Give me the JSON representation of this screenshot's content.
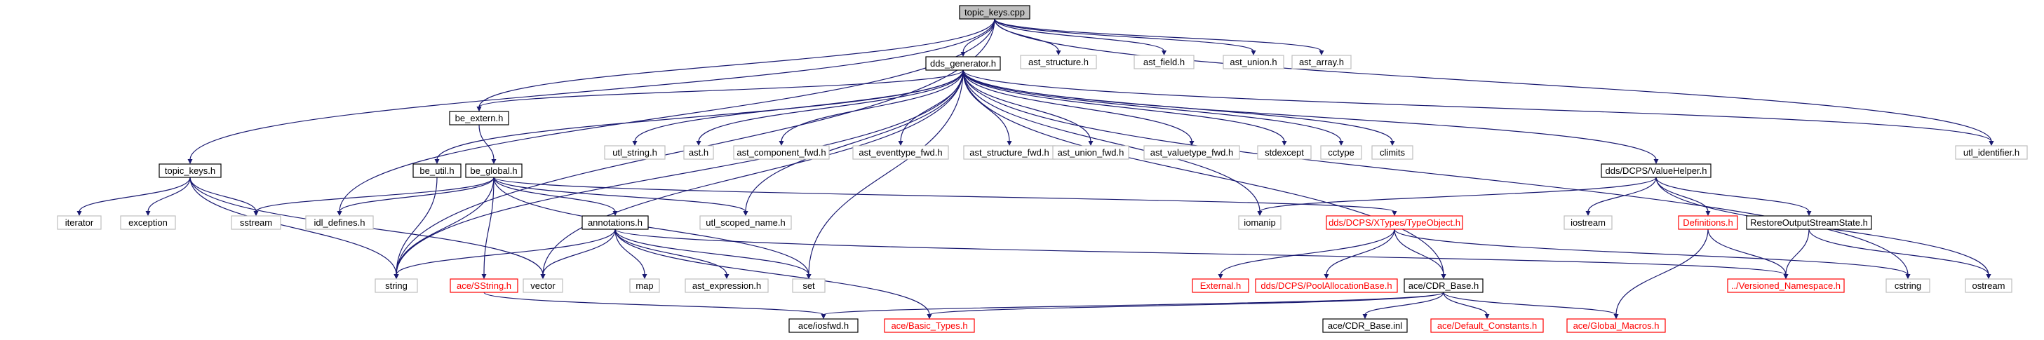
{
  "diagram": {
    "colors": {
      "edge": "#191970",
      "root_fill": "#bfbfbf",
      "default_stroke": "#000000",
      "missing_stroke": "#bfbfbf",
      "red_stroke": "#ff0000",
      "red_text": "#ff0000",
      "text": "#000000"
    },
    "nodes": [
      {
        "id": "topic_keys_cpp",
        "label": "topic_keys.cpp",
        "style": "root"
      },
      {
        "id": "ast_structure_h",
        "label": "ast_structure.h",
        "style": "missing"
      },
      {
        "id": "ast_field_h",
        "label": "ast_field.h",
        "style": "missing"
      },
      {
        "id": "ast_union_h",
        "label": "ast_union.h",
        "style": "missing"
      },
      {
        "id": "ast_array_h",
        "label": "ast_array.h",
        "style": "missing"
      },
      {
        "id": "dds_generator_h",
        "label": "dds_generator.h",
        "style": "normal"
      },
      {
        "id": "utl_identifier_h",
        "label": "utl_identifier.h",
        "style": "missing"
      },
      {
        "id": "be_extern_h",
        "label": "be_extern.h",
        "style": "normal"
      },
      {
        "id": "utl_string_h",
        "label": "utl_string.h",
        "style": "missing"
      },
      {
        "id": "ast_h",
        "label": "ast.h",
        "style": "missing"
      },
      {
        "id": "ast_component_fwd_h",
        "label": "ast_component_fwd.h",
        "style": "missing"
      },
      {
        "id": "ast_eventtype_fwd_h",
        "label": "ast_eventtype_fwd.h",
        "style": "missing"
      },
      {
        "id": "ast_structure_fwd_h",
        "label": "ast_structure_fwd.h",
        "style": "missing"
      },
      {
        "id": "ast_union_fwd_h",
        "label": "ast_union_fwd.h",
        "style": "missing"
      },
      {
        "id": "ast_valuetype_fwd_h",
        "label": "ast_valuetype_fwd.h",
        "style": "missing"
      },
      {
        "id": "stdexcept",
        "label": "stdexcept",
        "style": "missing"
      },
      {
        "id": "cctype",
        "label": "cctype",
        "style": "missing"
      },
      {
        "id": "climits",
        "label": "climits",
        "style": "missing"
      },
      {
        "id": "topic_keys_h",
        "label": "topic_keys.h",
        "style": "normal"
      },
      {
        "id": "be_util_h",
        "label": "be_util.h",
        "style": "normal"
      },
      {
        "id": "be_global_h",
        "label": "be_global.h",
        "style": "normal"
      },
      {
        "id": "dds_dcps_valuehelper_h",
        "label": "dds/DCPS/ValueHelper.h",
        "style": "normal"
      },
      {
        "id": "iterator",
        "label": "iterator",
        "style": "missing"
      },
      {
        "id": "exception",
        "label": "exception",
        "style": "missing"
      },
      {
        "id": "sstream",
        "label": "sstream",
        "style": "missing"
      },
      {
        "id": "idl_defines_h",
        "label": "idl_defines.h",
        "style": "missing"
      },
      {
        "id": "annotations_h",
        "label": "annotations.h",
        "style": "normal"
      },
      {
        "id": "utl_scoped_name_h",
        "label": "utl_scoped_name.h",
        "style": "missing"
      },
      {
        "id": "dds_dcps_xtypes_typeobject_h",
        "label": "dds/DCPS/XTypes/TypeObject.h",
        "style": "red"
      },
      {
        "id": "iomanip",
        "label": "iomanip",
        "style": "missing"
      },
      {
        "id": "iostream",
        "label": "iostream",
        "style": "missing"
      },
      {
        "id": "definitions_h",
        "label": "Definitions.h",
        "style": "red"
      },
      {
        "id": "restoreoutputstreamstate_h",
        "label": "RestoreOutputStreamState.h",
        "style": "normal"
      },
      {
        "id": "string",
        "label": "string",
        "style": "missing"
      },
      {
        "id": "ace_sstring_h",
        "label": "ace/SString.h",
        "style": "red"
      },
      {
        "id": "vector",
        "label": "vector",
        "style": "missing"
      },
      {
        "id": "map",
        "label": "map",
        "style": "missing"
      },
      {
        "id": "ast_expression_h",
        "label": "ast_expression.h",
        "style": "missing"
      },
      {
        "id": "set",
        "label": "set",
        "style": "missing"
      },
      {
        "id": "external_h",
        "label": "External.h",
        "style": "red"
      },
      {
        "id": "dds_dcps_poolallocationbase_h",
        "label": "dds/DCPS/PoolAllocationBase.h",
        "style": "red"
      },
      {
        "id": "ace_cdr_base_h",
        "label": "ace/CDR_Base.h",
        "style": "normal"
      },
      {
        "id": "versioned_namespace_h",
        "label": "../Versioned_Namespace.h",
        "style": "red"
      },
      {
        "id": "cstring",
        "label": "cstring",
        "style": "missing"
      },
      {
        "id": "ostream",
        "label": "ostream",
        "style": "missing"
      },
      {
        "id": "ace_iosfwd_h",
        "label": "ace/iosfwd.h",
        "style": "normal"
      },
      {
        "id": "ace_basic_types_h",
        "label": "ace/Basic_Types.h",
        "style": "red"
      },
      {
        "id": "ace_cdr_base_inl",
        "label": "ace/CDR_Base.inl",
        "style": "normal"
      },
      {
        "id": "ace_default_constants_h",
        "label": "ace/Default_Constants.h",
        "style": "red"
      },
      {
        "id": "ace_global_macros_h",
        "label": "ace/Global_Macros.h",
        "style": "red"
      }
    ],
    "edges": [
      [
        "topic_keys_cpp",
        "ast_structure_h"
      ],
      [
        "topic_keys_cpp",
        "ast_field_h"
      ],
      [
        "topic_keys_cpp",
        "ast_union_h"
      ],
      [
        "topic_keys_cpp",
        "ast_array_h"
      ],
      [
        "topic_keys_cpp",
        "dds_generator_h"
      ],
      [
        "topic_keys_cpp",
        "topic_keys_h"
      ],
      [
        "topic_keys_cpp",
        "be_extern_h"
      ],
      [
        "topic_keys_cpp",
        "idl_defines_h"
      ],
      [
        "topic_keys_cpp",
        "string"
      ],
      [
        "topic_keys_cpp",
        "utl_identifier_h"
      ],
      [
        "dds_generator_h",
        "be_extern_h"
      ],
      [
        "dds_generator_h",
        "utl_string_h"
      ],
      [
        "dds_generator_h",
        "ast_h"
      ],
      [
        "dds_generator_h",
        "ast_component_fwd_h"
      ],
      [
        "dds_generator_h",
        "ast_eventtype_fwd_h"
      ],
      [
        "dds_generator_h",
        "ast_structure_fwd_h"
      ],
      [
        "dds_generator_h",
        "ast_union_fwd_h"
      ],
      [
        "dds_generator_h",
        "ast_valuetype_fwd_h"
      ],
      [
        "dds_generator_h",
        "stdexcept"
      ],
      [
        "dds_generator_h",
        "cctype"
      ],
      [
        "dds_generator_h",
        "climits"
      ],
      [
        "dds_generator_h",
        "utl_identifier_h"
      ],
      [
        "dds_generator_h",
        "be_util_h"
      ],
      [
        "dds_generator_h",
        "string"
      ],
      [
        "dds_generator_h",
        "vector"
      ],
      [
        "dds_generator_h",
        "utl_scoped_name_h"
      ],
      [
        "dds_generator_h",
        "set"
      ],
      [
        "dds_generator_h",
        "iomanip"
      ],
      [
        "dds_generator_h",
        "dds_dcps_valuehelper_h"
      ],
      [
        "dds_generator_h",
        "ace_cdr_base_h"
      ],
      [
        "dds_generator_h",
        "cstring"
      ],
      [
        "be_extern_h",
        "be_global_h"
      ],
      [
        "be_util_h",
        "string"
      ],
      [
        "topic_keys_h",
        "iterator"
      ],
      [
        "topic_keys_h",
        "exception"
      ],
      [
        "topic_keys_h",
        "sstream"
      ],
      [
        "topic_keys_h",
        "string"
      ],
      [
        "topic_keys_h",
        "vector"
      ],
      [
        "be_global_h",
        "sstream"
      ],
      [
        "be_global_h",
        "idl_defines_h"
      ],
      [
        "be_global_h",
        "string"
      ],
      [
        "be_global_h",
        "ace_sstring_h"
      ],
      [
        "be_global_h",
        "annotations_h"
      ],
      [
        "be_global_h",
        "utl_scoped_name_h"
      ],
      [
        "be_global_h",
        "set"
      ],
      [
        "be_global_h",
        "dds_dcps_xtypes_typeobject_h"
      ],
      [
        "annotations_h",
        "string"
      ],
      [
        "annotations_h",
        "vector"
      ],
      [
        "annotations_h",
        "map"
      ],
      [
        "annotations_h",
        "ast_expression_h"
      ],
      [
        "annotations_h",
        "set"
      ],
      [
        "annotations_h",
        "versioned_namespace_h"
      ],
      [
        "annotations_h",
        "ace_basic_types_h"
      ],
      [
        "ace_sstring_h",
        "ace_iosfwd_h"
      ],
      [
        "dds_dcps_xtypes_typeobject_h",
        "external_h"
      ],
      [
        "dds_dcps_xtypes_typeobject_h",
        "dds_dcps_poolallocationbase_h"
      ],
      [
        "dds_dcps_xtypes_typeobject_h",
        "ace_cdr_base_h"
      ],
      [
        "dds_dcps_xtypes_typeobject_h",
        "cstring"
      ],
      [
        "dds_dcps_valuehelper_h",
        "iomanip"
      ],
      [
        "dds_dcps_valuehelper_h",
        "iostream"
      ],
      [
        "dds_dcps_valuehelper_h",
        "definitions_h"
      ],
      [
        "dds_dcps_valuehelper_h",
        "restoreoutputstreamstate_h"
      ],
      [
        "dds_dcps_valuehelper_h",
        "ostream"
      ],
      [
        "definitions_h",
        "versioned_namespace_h"
      ],
      [
        "definitions_h",
        "ace_global_macros_h"
      ],
      [
        "restoreoutputstreamstate_h",
        "versioned_namespace_h"
      ],
      [
        "restoreoutputstreamstate_h",
        "ostream"
      ],
      [
        "ace_cdr_base_h",
        "ace_iosfwd_h"
      ],
      [
        "ace_cdr_base_h",
        "ace_basic_types_h"
      ],
      [
        "ace_cdr_base_h",
        "ace_cdr_base_inl"
      ],
      [
        "ace_cdr_base_h",
        "ace_default_constants_h"
      ],
      [
        "ace_cdr_base_h",
        "ace_global_macros_h"
      ]
    ]
  }
}
